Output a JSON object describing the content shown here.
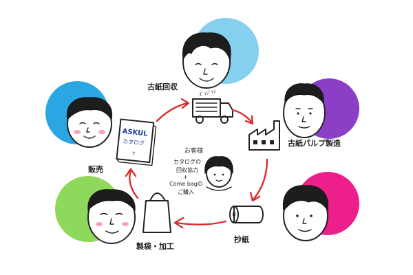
{
  "diagram": {
    "nodes": [
      {
        "id": "collection",
        "label": "古紙回収",
        "color": "#86d0ef"
      },
      {
        "id": "pulp",
        "label": "古紙パルプ製造",
        "color": "#8b3fc7"
      },
      {
        "id": "paper",
        "label": "抄紙",
        "color": "#ec1f8c"
      },
      {
        "id": "bag",
        "label": "製袋・加工",
        "color": "#8ed85c"
      },
      {
        "id": "sales",
        "label": "販売",
        "color": "#2aa7e2"
      }
    ],
    "center": {
      "title": "お客様",
      "line1": "カタログの",
      "line2": "回収協力",
      "plus": "+",
      "line3": "Come bagの",
      "line4": "ご購入"
    },
    "catalog": {
      "brand": "ASKUL",
      "subtitle": "カタログ",
      "mark": "ﾅ"
    },
    "truck_text": "ｽﾞｯｼﾞｬﾝ"
  }
}
